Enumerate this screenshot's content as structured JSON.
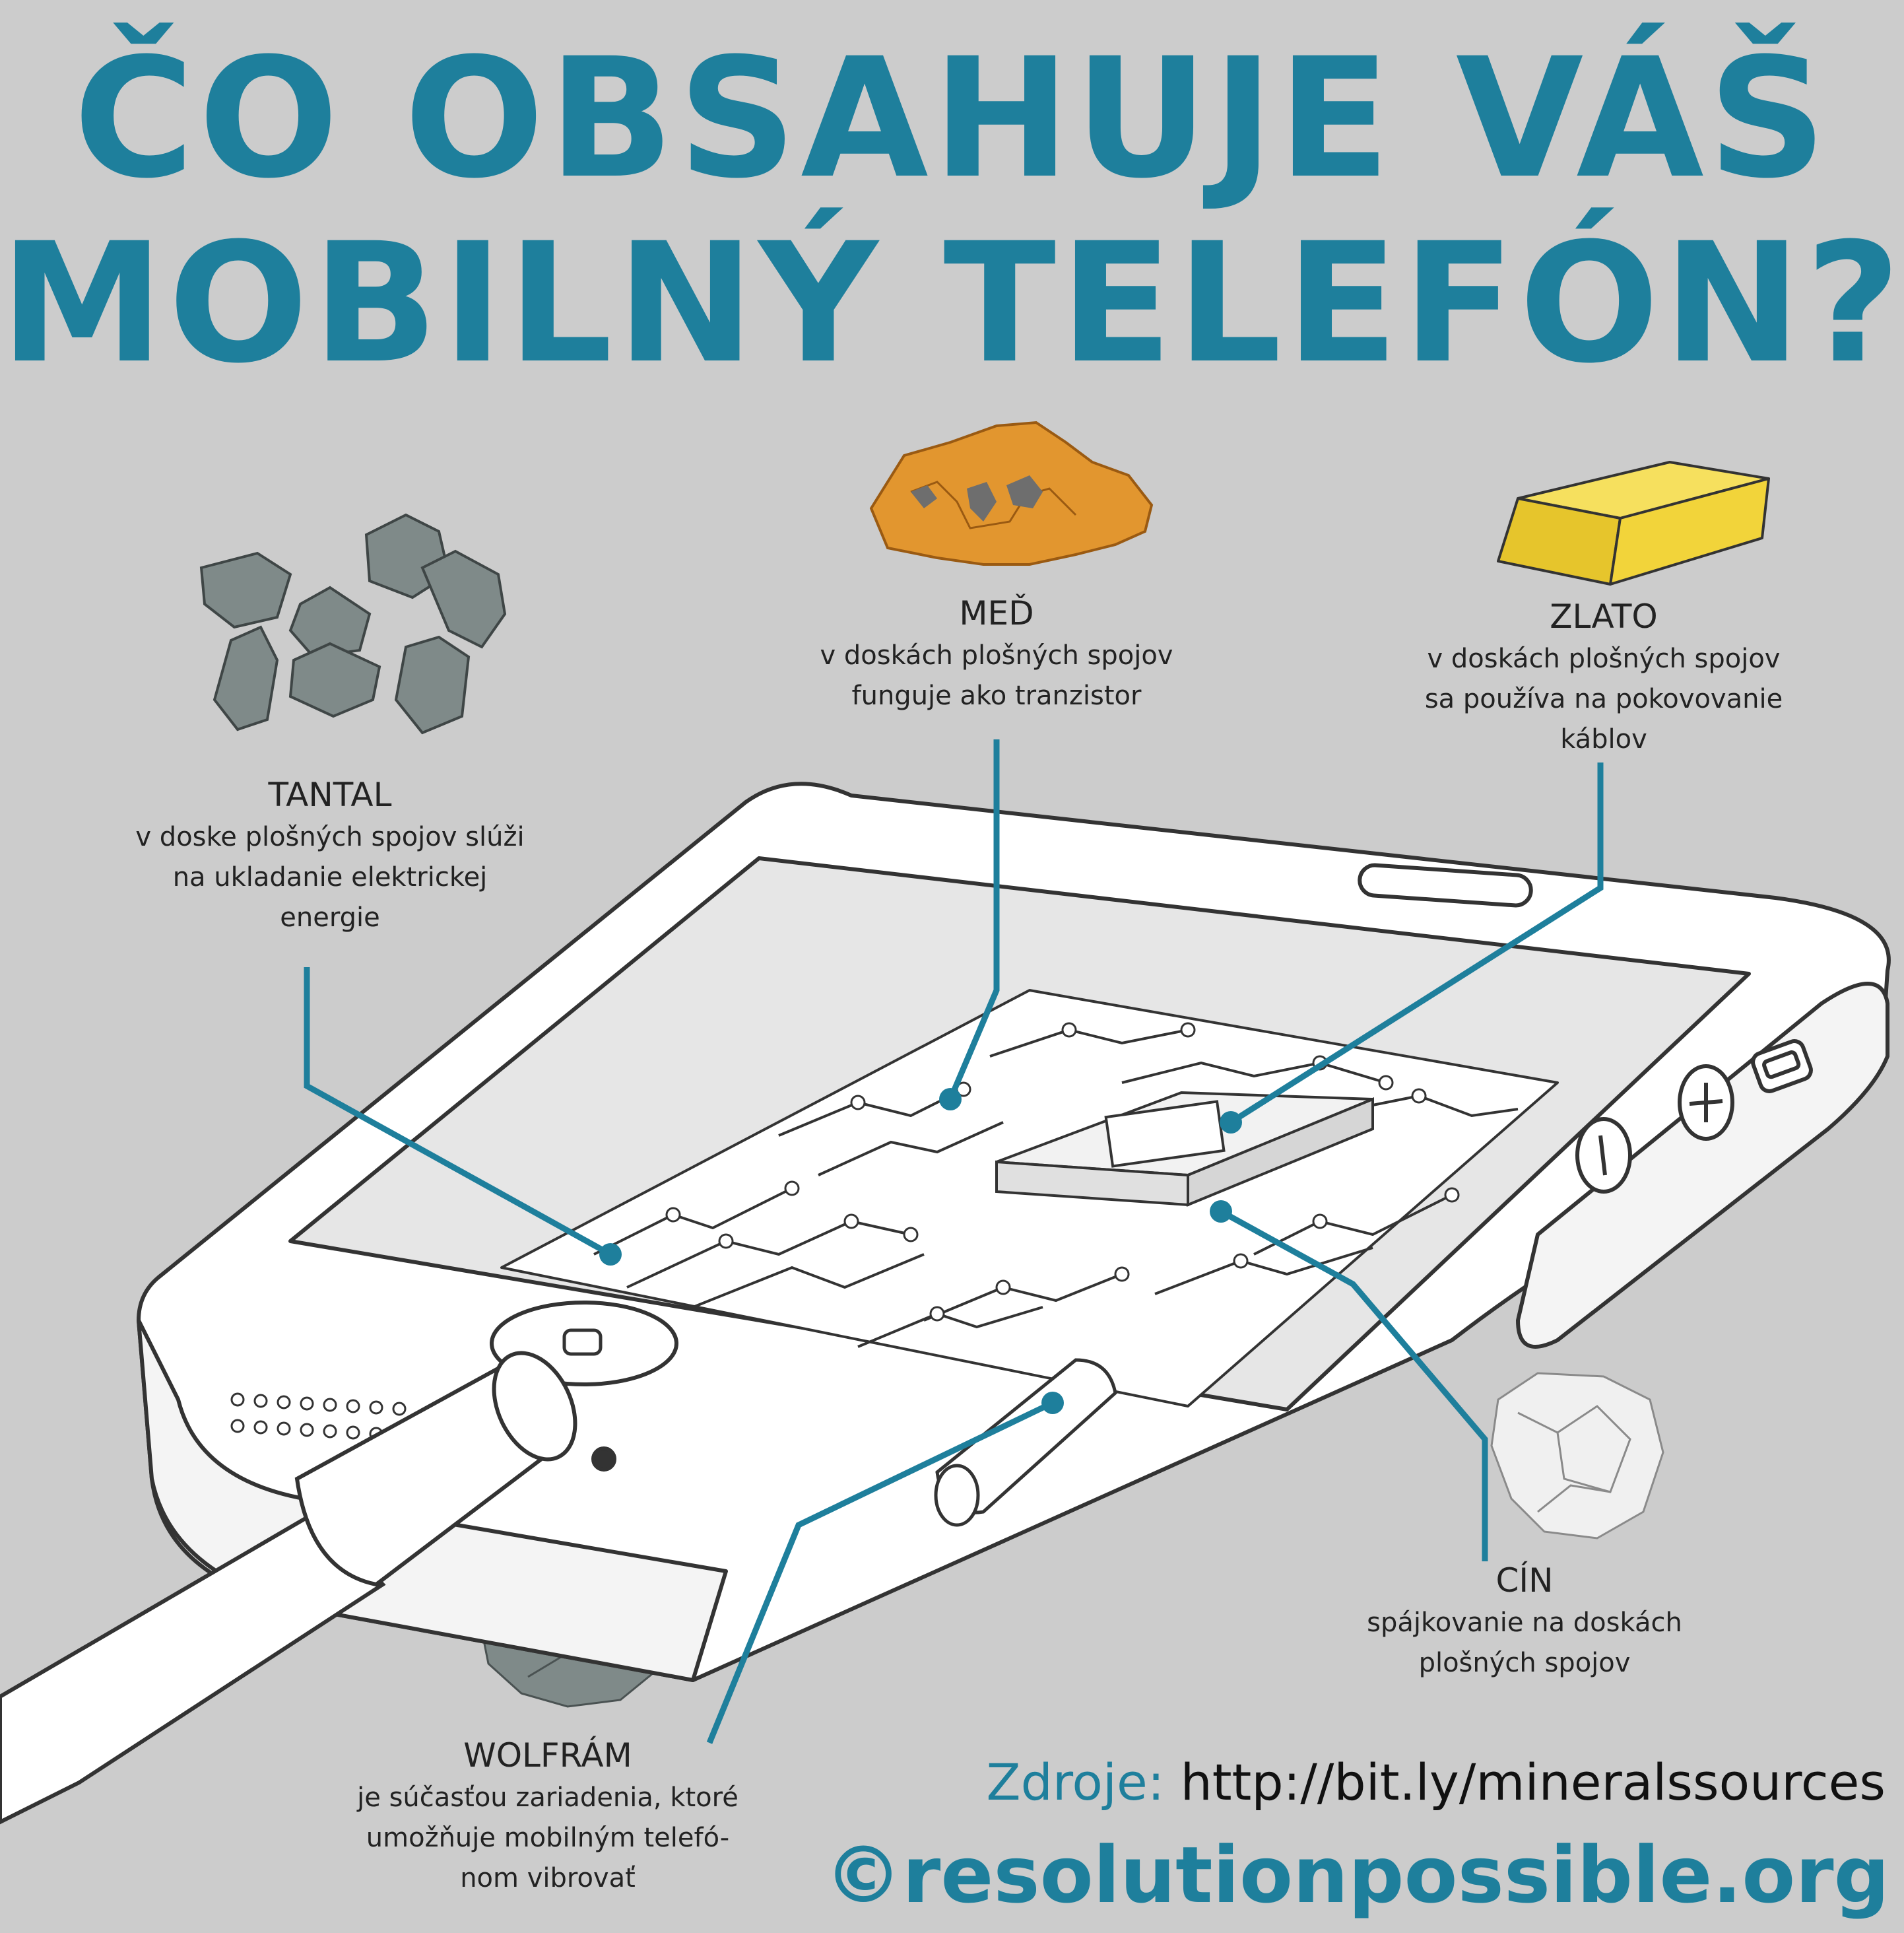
{
  "title": {
    "line1": "ČO  OBSAHUJE  VÁŠ",
    "line2": "MOBILNÝ TELEFÓN?"
  },
  "colors": {
    "accent": "#1e7f9c",
    "background": "#cccccc",
    "copper": "#e2962f",
    "gold": "#f2d43a",
    "mineral_gray": "#7f8a89",
    "tin": "#eeeeee"
  },
  "minerals": {
    "tantal": {
      "name": "TANTAL",
      "desc": "v doske plošných spojov slúži\nna ukladanie elektrickej\nenergie",
      "icon": "tantalum-rocks-icon"
    },
    "med": {
      "name": "MEĎ",
      "desc": "v doskách plošných spojov\nfunguje ako tranzistor",
      "icon": "copper-ore-icon"
    },
    "zlato": {
      "name": "ZLATO",
      "desc": "v doskách plošných spojov\nsa používa na pokovovanie\nkáblov",
      "icon": "gold-bar-icon"
    },
    "cin": {
      "name": "CÍN",
      "desc": "spájkovanie na doskách\nplošných spojov",
      "icon": "tin-ore-icon"
    },
    "wolfram": {
      "name": "WOLFRÁM",
      "desc": "je súčasťou zariadenia, ktoré\numožňuje mobilným telefó-\nnom vibrovať",
      "icon": "tungsten-ore-icon"
    }
  },
  "source": {
    "label": "Zdroje: ",
    "url": "http://bit.ly/mineralssources"
  },
  "copyright": "©resolutionpossible.org"
}
